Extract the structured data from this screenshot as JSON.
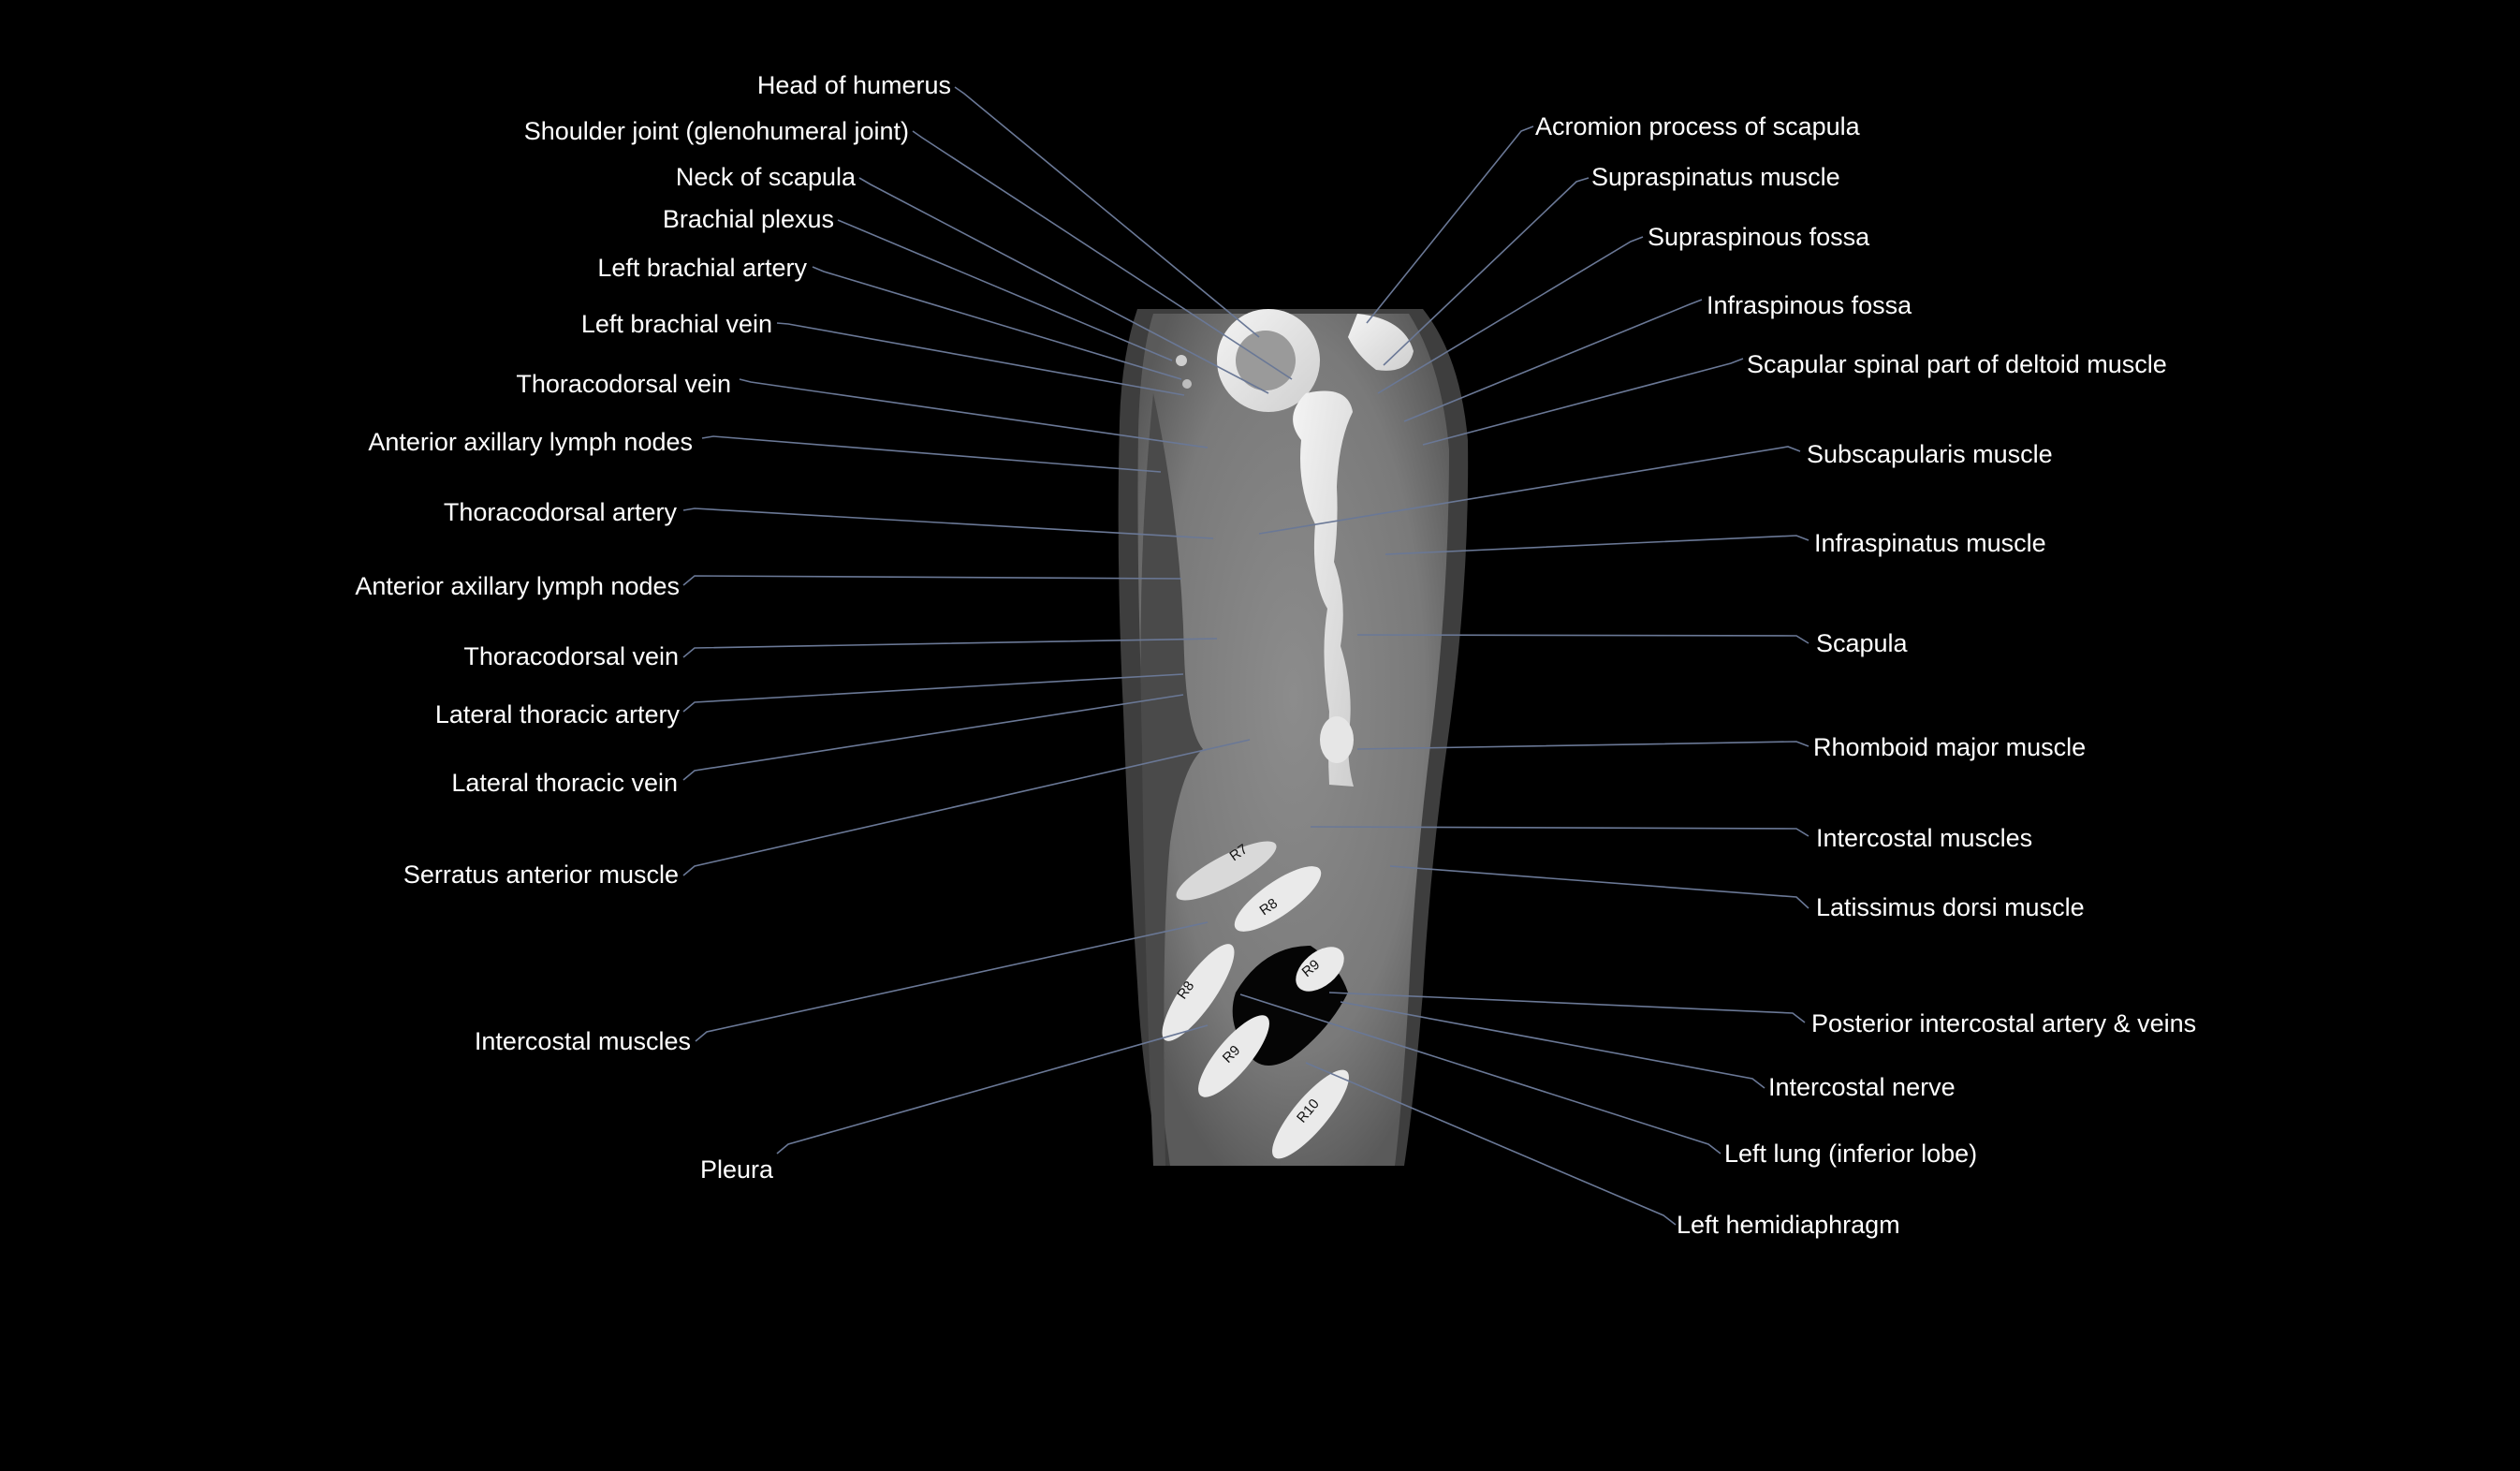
{
  "colors": {
    "background": "#000000",
    "label_text": "#ffffff",
    "leader_line": "#6a7896"
  },
  "labels_left": [
    "Head of humerus",
    "Shoulder joint (glenohumeral joint)",
    "Neck of scapula",
    "Brachial plexus",
    "Left brachial artery",
    "Left brachial vein",
    "Thoracodorsal vein",
    "Anterior axillary lymph nodes",
    "Thoracodorsal artery",
    "Anterior axillary lymph nodes",
    "Thoracodorsal vein",
    "Lateral thoracic artery",
    "Lateral thoracic vein",
    "Serratus anterior muscle",
    "Intercostal muscles",
    "Pleura"
  ],
  "labels_right": [
    "Acromion process of scapula",
    "Supraspinatus muscle",
    "Supraspinous fossa",
    "Infraspinous fossa",
    "Scapular spinal part of deltoid muscle",
    "Subscapularis muscle",
    "Infraspinatus muscle",
    "Scapula",
    "Rhomboid major muscle",
    "Intercostal muscles",
    "Latissimus dorsi muscle",
    "Posterior intercostal artery & veins",
    "Intercostal nerve",
    "Left lung (inferior lobe)",
    "Left hemidiaphragm"
  ],
  "rib_labels": [
    "R7",
    "R8",
    "R8",
    "R9",
    "R9",
    "R10"
  ]
}
